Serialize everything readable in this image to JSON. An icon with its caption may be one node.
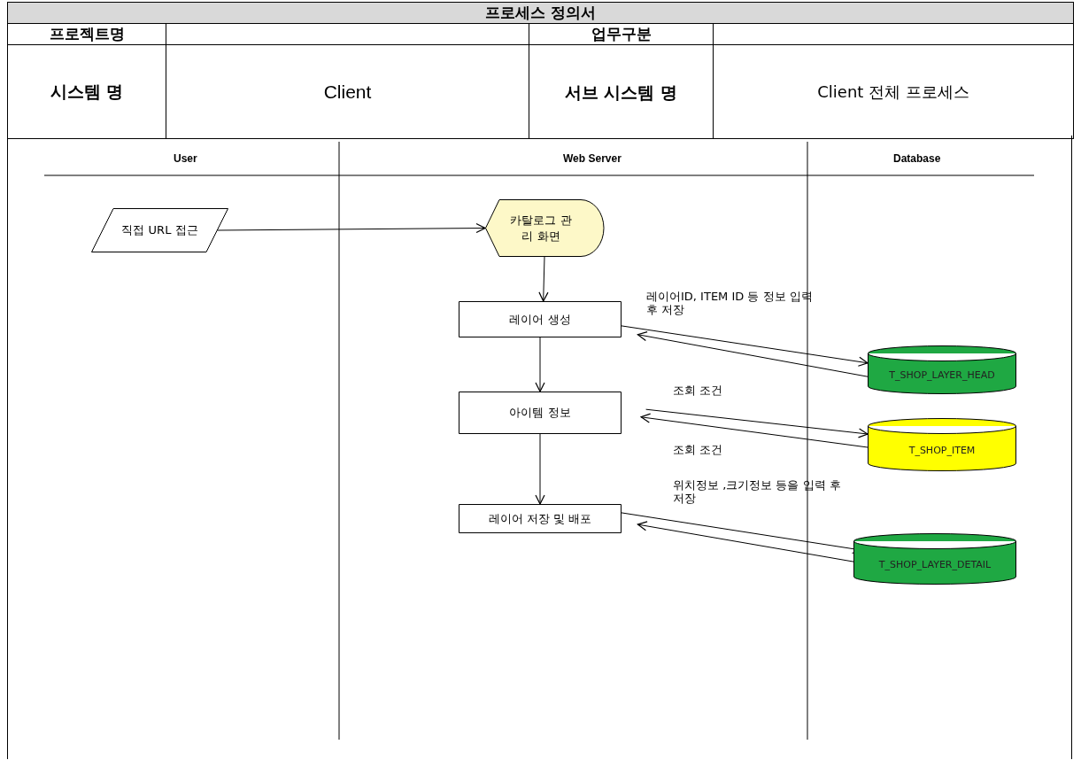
{
  "diagram": {
    "title": "프로세스 정의서",
    "nodes": [
      {
        "text": [
          "직접 URL 접근"
        ]
      },
      {
        "text": [
          "카탈로그 관리 화면"
        ]
      },
      {
        "text": [
          "레이어 생성"
        ]
      },
      {
        "text": [
          "아이템 정보"
        ]
      },
      {
        "text": [
          "레이어 저장 및 배포"
        ]
      },
      {
        "text": [
          "T_SHOP_LAYER_HEAD"
        ]
      },
      {
        "text": [
          "T_SHOP_ITEM"
        ]
      },
      {
        "text": [
          "T_SHOP_LAYER_DETAIL"
        ]
      }
    ],
    "edges": [
      {
        "from": 0,
        "to": 1,
        "arrow": "to"
      },
      {
        "from": 1,
        "to": 2,
        "arrow": "to"
      },
      {
        "from": 2,
        "to": 3,
        "arrow": "to"
      },
      {
        "from": 3,
        "to": 4,
        "arrow": "to"
      },
      {
        "from": 2,
        "to": 5,
        "arrow": "to",
        "label": "레이어ID, ITEM ID 등 정보 입력 후 저장"
      },
      {
        "from": 5,
        "to": 2,
        "arrow": "to"
      },
      {
        "from": 3,
        "to": 6,
        "arrow": "to",
        "label": "조회 조건"
      },
      {
        "from": 6,
        "to": 3,
        "arrow": "to",
        "label": "조회 조건"
      },
      {
        "from": 4,
        "to": 7,
        "arrow": "to",
        "label": "위치정보 ,크기정보 등을 입력 후 저장"
      },
      {
        "from": 7,
        "to": 4,
        "arrow": "to"
      }
    ],
    "labels": [
      "프로젝트명",
      "업무구분",
      "시스템 명",
      "Client",
      "서브 시스템 명",
      "Client 전체 프로세스",
      "User",
      "Web Server",
      "Database"
    ]
  }
}
